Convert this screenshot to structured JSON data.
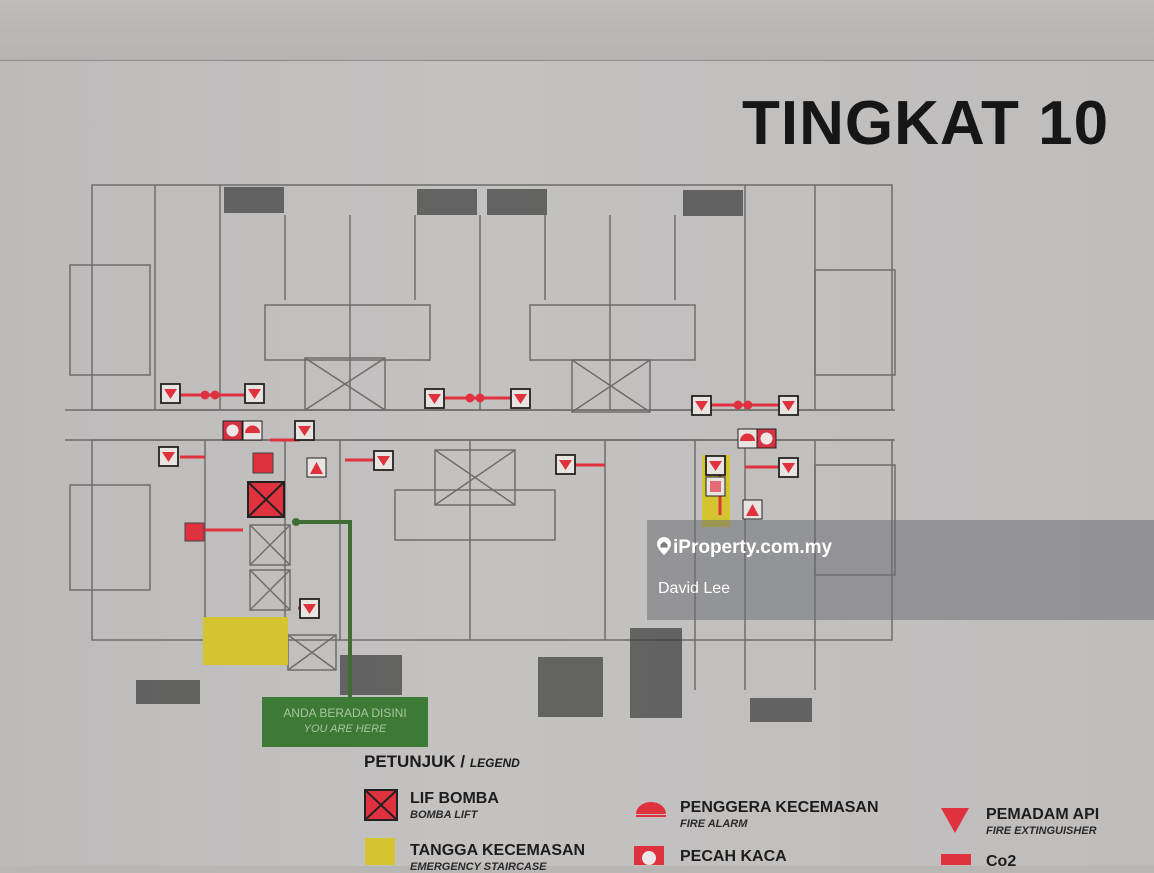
{
  "sign": {
    "title": "TINGKAT 10",
    "you_are_here": {
      "ms": "ANDA BERADA DISINI",
      "en": "YOU ARE HERE"
    },
    "legend": {
      "title_ms": "PETUNJUK /",
      "title_en": "LEGEND",
      "items": [
        {
          "icon": "bomba-lift-icon",
          "ms": "LIF BOMBA",
          "en": "BOMBA LIFT"
        },
        {
          "icon": "emergency-staircase-icon",
          "ms": "TANGGA KECEMASAN",
          "en": "EMERGENCY STAIRCASE"
        },
        {
          "icon": "fire-alarm-icon",
          "ms": "PENGGERA KECEMASAN",
          "en": "FIRE ALARM"
        },
        {
          "icon": "break-glass-icon",
          "ms": "PECAH KACA",
          "en": ""
        },
        {
          "icon": "fire-extinguisher-icon",
          "ms": "PEMADAM API",
          "en": "FIRE EXTINGUISHER"
        },
        {
          "icon": "co2-icon",
          "ms": "Co2",
          "en": ""
        }
      ]
    },
    "colors": {
      "red": "#e0313f",
      "yellow": "#d4c530",
      "green": "#3c7a35",
      "line": "#6f6d6c"
    }
  },
  "watermark": {
    "site": "iProperty.com.my",
    "agent": "David Lee"
  }
}
